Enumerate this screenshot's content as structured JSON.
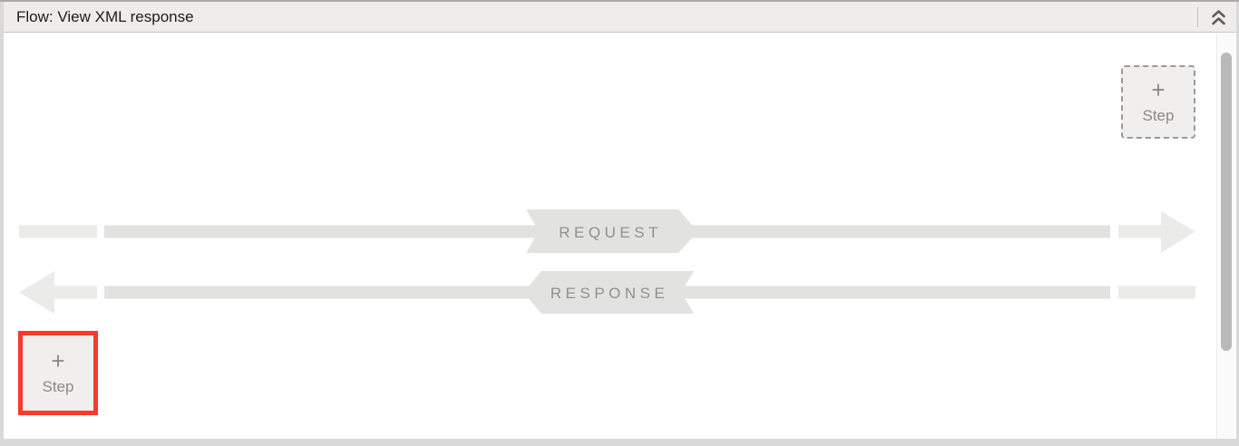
{
  "header": {
    "title": "Flow: View XML response"
  },
  "flow": {
    "request": {
      "label": "REQUEST",
      "direction": "right"
    },
    "response": {
      "label": "RESPONSE",
      "direction": "left"
    }
  },
  "buttons": {
    "add_step_top": {
      "plus": "+",
      "label": "Step"
    },
    "add_step_bottom": {
      "plus": "+",
      "label": "Step",
      "highlighted": true
    }
  },
  "colors": {
    "highlight_red": "#f93a2b",
    "flow_line": "#e2e2e0",
    "flow_line_light": "#ebebe9",
    "flow_label_text": "#909090",
    "header_background": "#eeedec"
  }
}
